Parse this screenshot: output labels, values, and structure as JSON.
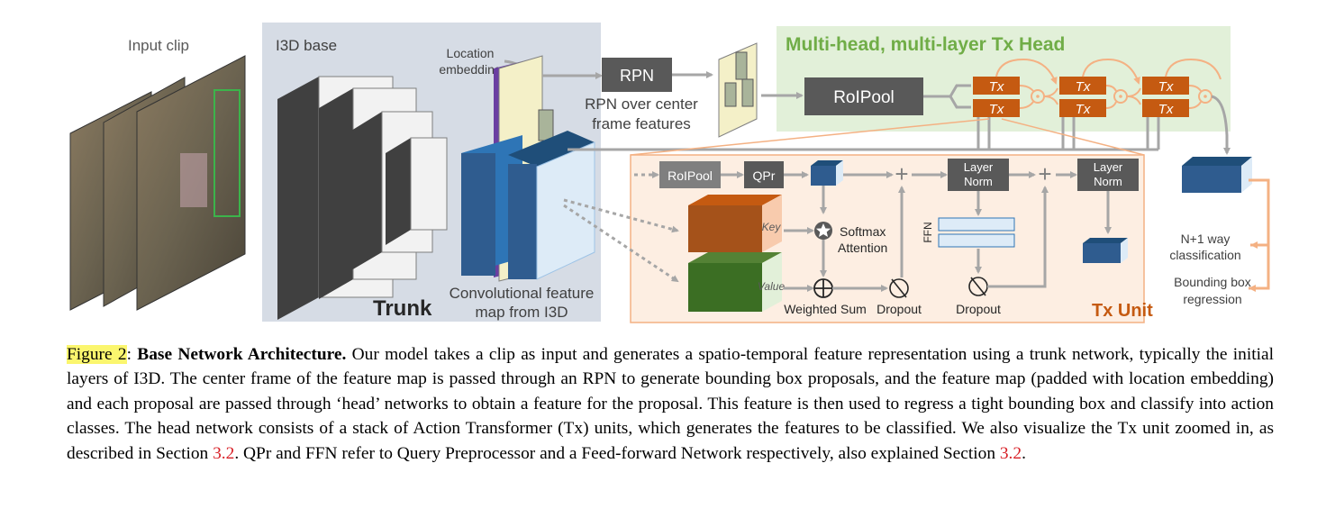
{
  "figure": {
    "input_clip_label": "Input clip",
    "i3d_base_label": "I3D base",
    "trunk_label": "Trunk",
    "location_embedding_line1": "Location",
    "location_embedding_line2": "embedding",
    "conv_feature_line1": "Convolutional feature",
    "conv_feature_line2": "map from I3D",
    "rpn_label": "RPN",
    "rpn_desc_line1": "RPN over center",
    "rpn_desc_line2": "frame features",
    "head_title": "Multi-head, multi-layer Tx Head",
    "roipool_label": "RoIPool",
    "tx_label": "Tx",
    "tx_unit_label": "Tx Unit",
    "unit_roipool_label": "RoIPool",
    "qpr_label": "QPr",
    "layer_norm_line1": "Layer",
    "layer_norm_line2": "Norm",
    "key_label": "Key",
    "value_label": "Value",
    "softmax_line1": "Softmax",
    "softmax_line2": "Attention",
    "weighted_sum_label": "Weighted Sum",
    "dropout_label": "Dropout",
    "ffn_label": "FFN",
    "classification_line1": "N+1 way",
    "classification_line2": "classification",
    "bbox_line1": "Bounding box",
    "bbox_line2": "regression",
    "colors": {
      "orange": "#c55a11",
      "dark_box": "#595959",
      "green_title": "#70ad47",
      "blue": "#1f4e79",
      "tx_unit_bg": "#fdeee2",
      "head_bg": "#e2f0d9",
      "trunk_bg": "#d6dce5"
    }
  },
  "caption": {
    "figure_ref": "Figure 2",
    "colon": ":",
    "bold_title": "Base Network Architecture.",
    "body_1": " Our model takes a clip as input and generates a spatio-temporal feature representation using a trunk network, typically the initial layers of I3D. The center frame of the feature map is passed through an RPN to generate bounding box proposals, and the feature map (padded with location embedding) and each proposal are passed through ‘head’ networks to obtain a feature for the proposal. This feature is then used to regress a tight bounding box and classify into action classes. The head network consists of a stack of Action Transformer (Tx) units, which generates the features to be classified. We also visualize the Tx unit zoomed in, as described in Section ",
    "section_ref_1": "3.2",
    "body_2": ". QPr and FFN refer to Query Preprocessor and a Feed-forward Network respectively, also explained Section ",
    "section_ref_2": "3.2",
    "body_3": "."
  }
}
